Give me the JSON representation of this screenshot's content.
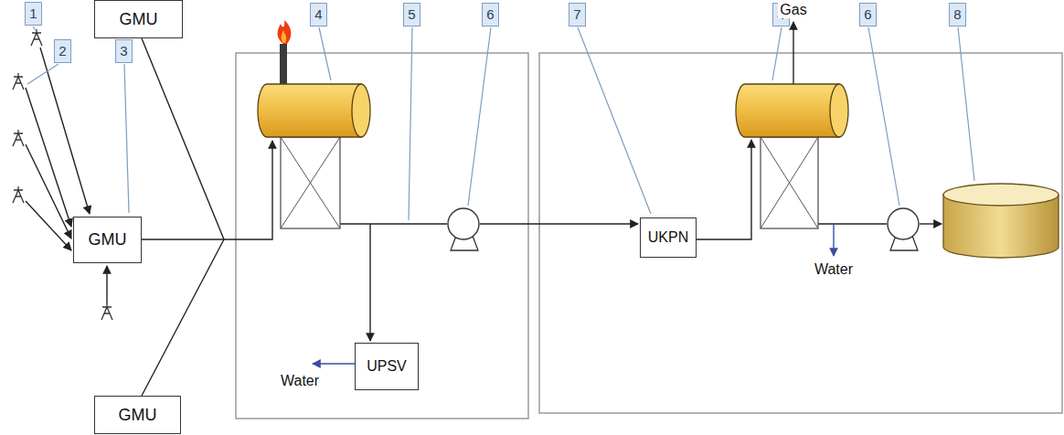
{
  "diagram": {
    "nodes": [
      {
        "text": [
          "GMU"
        ]
      },
      {
        "text": [
          "GMU"
        ]
      },
      {
        "text": [
          "UPSV"
        ]
      },
      {
        "text": [
          "UKPN"
        ]
      },
      {
        "text": [
          "GMU"
        ]
      }
    ],
    "labels": [
      "1",
      "2",
      "3",
      "4",
      "5",
      "6",
      "7",
      "4",
      "Gas",
      "6",
      "8",
      "Water",
      "Water"
    ]
  }
}
